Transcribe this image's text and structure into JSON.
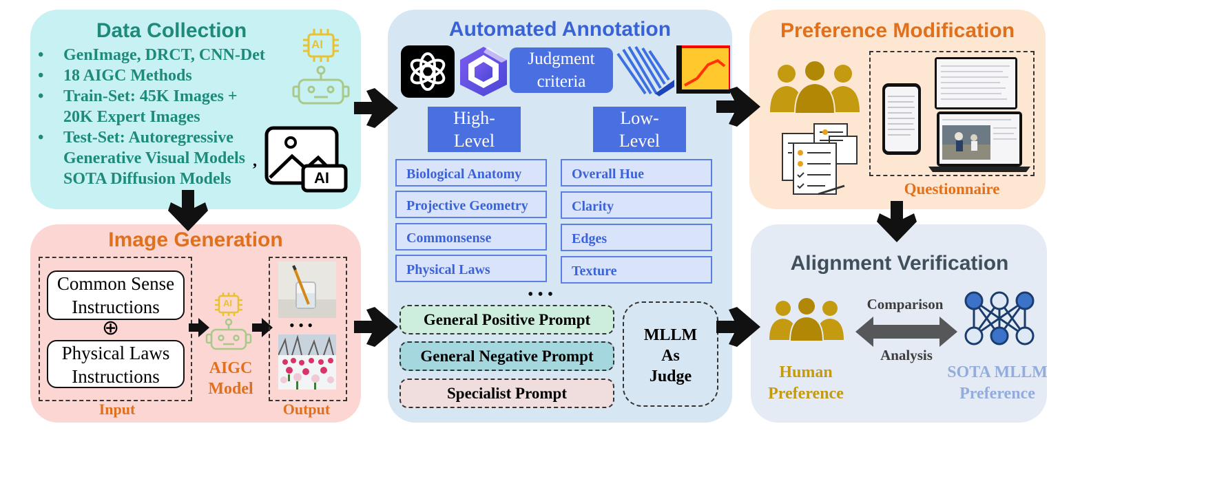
{
  "data_collection": {
    "title": "Data Collection",
    "bullets": [
      "GenImage, DRCT, CNN-Det",
      "18 AIGC Methods",
      "Train-Set: 45K Images +",
      "20K Expert Images",
      "Test-Set: Autoregressive",
      "Generative Visual Models",
      "SOTA Diffusion Models"
    ],
    "bullet_symbol": "•",
    "comma": ",",
    "ai_chip_text": "AI",
    "ai_image_text": "AI"
  },
  "image_generation": {
    "title": "Image Generation",
    "instr1_line1": "Common Sense",
    "instr1_line2": "Instructions",
    "plus": "⊕",
    "instr2_line1": "Physical Laws",
    "instr2_line2": "Instructions",
    "model_line1": "AIGC",
    "model_line2": "Model",
    "chip_text": "AI",
    "input_label": "Input",
    "output_label": "Output",
    "dots": "• • •"
  },
  "automated_annotation": {
    "title": "Automated Annotation",
    "judgment_line1": "Judgment",
    "judgment_line2": "criteria",
    "high_line1": "High-",
    "high_line2": "Level",
    "low_line1": "Low-",
    "low_line2": "Level",
    "high_items": [
      "Biological Anatomy",
      "Projective Geometry",
      "Commonsense",
      "Physical Laws"
    ],
    "low_items": [
      "Overall Hue",
      "Clarity",
      "Edges",
      "Texture"
    ],
    "dots": "• • •",
    "prompts": [
      "General Positive Prompt",
      "General Negative Prompt",
      "Specialist Prompt"
    ],
    "judge_line1": "MLLM",
    "judge_line2": "As",
    "judge_line3": "Judge"
  },
  "preference_modification": {
    "title": "Preference Modification",
    "questionnaire": "Questionnaire"
  },
  "alignment_verification": {
    "title": "Alignment Verification",
    "comparison": "Comparison",
    "analysis": "Analysis",
    "human_line1": "Human",
    "human_line2": "Preference",
    "sota_line1": "SOTA MLLM",
    "sota_line2": "Preference"
  },
  "colors": {
    "data_collection_bg": "#c8f1f3",
    "image_generation_bg": "#fbd6d2",
    "annotation_bg": "#d6e6f2",
    "preference_bg": "#fde6d2",
    "alignment_bg": "#e4ebf4",
    "teal_text": "#1d8a7a",
    "orange_text": "#e1701d",
    "blue_title": "#3a62d8",
    "gold": "#c49a10",
    "soft_blue": "#93acdd"
  }
}
